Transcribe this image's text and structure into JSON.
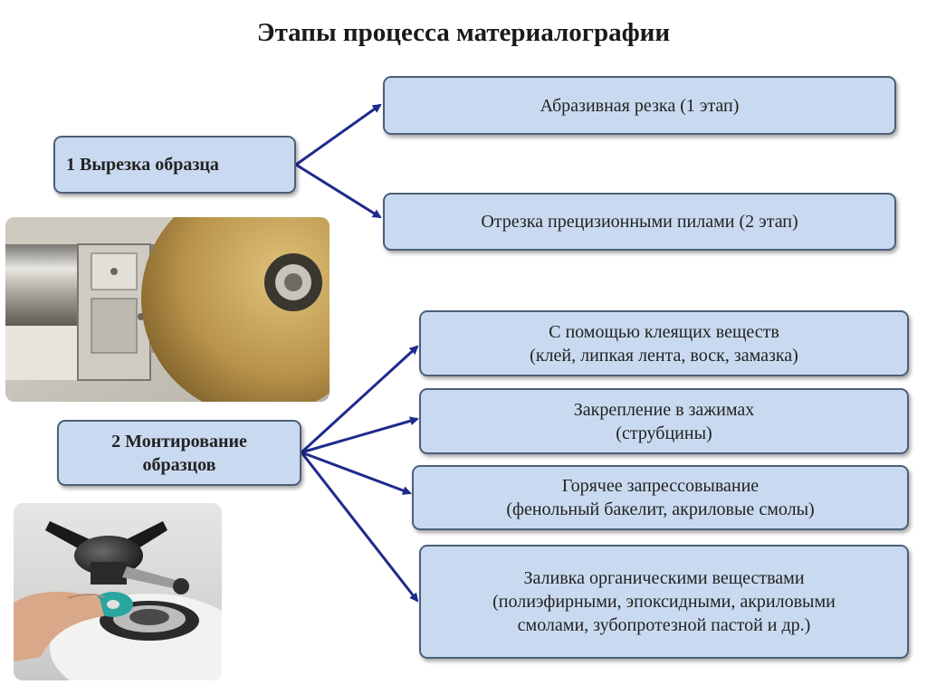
{
  "title": "Этапы процесса материалографии",
  "stage1": {
    "label": "1 Вырезка образца",
    "items": [
      {
        "lines": [
          "Абразивная резка (1 этап)"
        ]
      },
      {
        "lines": [
          "Отрезка прецизионными пилами (2 этап)"
        ]
      }
    ]
  },
  "stage2": {
    "lines": [
      "2 Монтирование",
      "образцов"
    ],
    "items": [
      {
        "lines": [
          "С помощью клеящих веществ",
          "(клей, липкая лента, воск, замазка)"
        ]
      },
      {
        "lines": [
          "Закрепление в зажимах",
          "(струбцины)"
        ]
      },
      {
        "lines": [
          "Горячее запрессовывание",
          "(фенольный бакелит, акриловые смолы)"
        ]
      },
      {
        "lines": [
          "Заливка органическими веществами",
          "(полиэфирными, эпоксидными, акриловыми",
          "смолами, зубопротезной пастой и др.)"
        ]
      }
    ]
  },
  "colors": {
    "box_fill": "#c9daf0",
    "box_border": "#4b6078",
    "arrow": "#1f2a8c"
  },
  "images": {
    "cutting_machine": "cutting-machine-photo",
    "mounting_press": "mounting-press-photo"
  }
}
